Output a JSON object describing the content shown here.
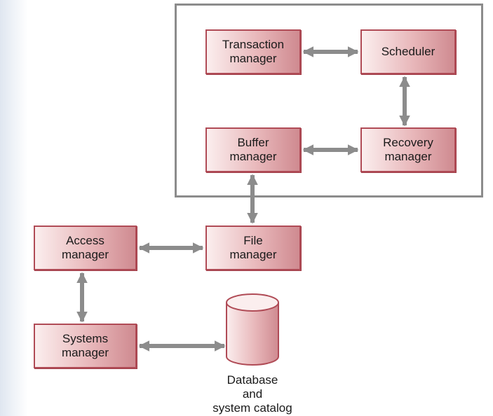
{
  "nodes": {
    "transaction_manager": "Transaction\nmanager",
    "scheduler": "Scheduler",
    "buffer_manager": "Buffer\nmanager",
    "recovery_manager": "Recovery\nmanager",
    "access_manager": "Access\nmanager",
    "file_manager": "File\nmanager",
    "systems_manager": "Systems\nmanager"
  },
  "database_label": "Database\nand\nsystem catalog",
  "colors": {
    "box_border": "#b04b56",
    "box_fill_light": "#fbeeee",
    "box_fill_dark": "#cf8a90",
    "arrow": "#8c8c8c",
    "frame": "#8c8c8c"
  }
}
